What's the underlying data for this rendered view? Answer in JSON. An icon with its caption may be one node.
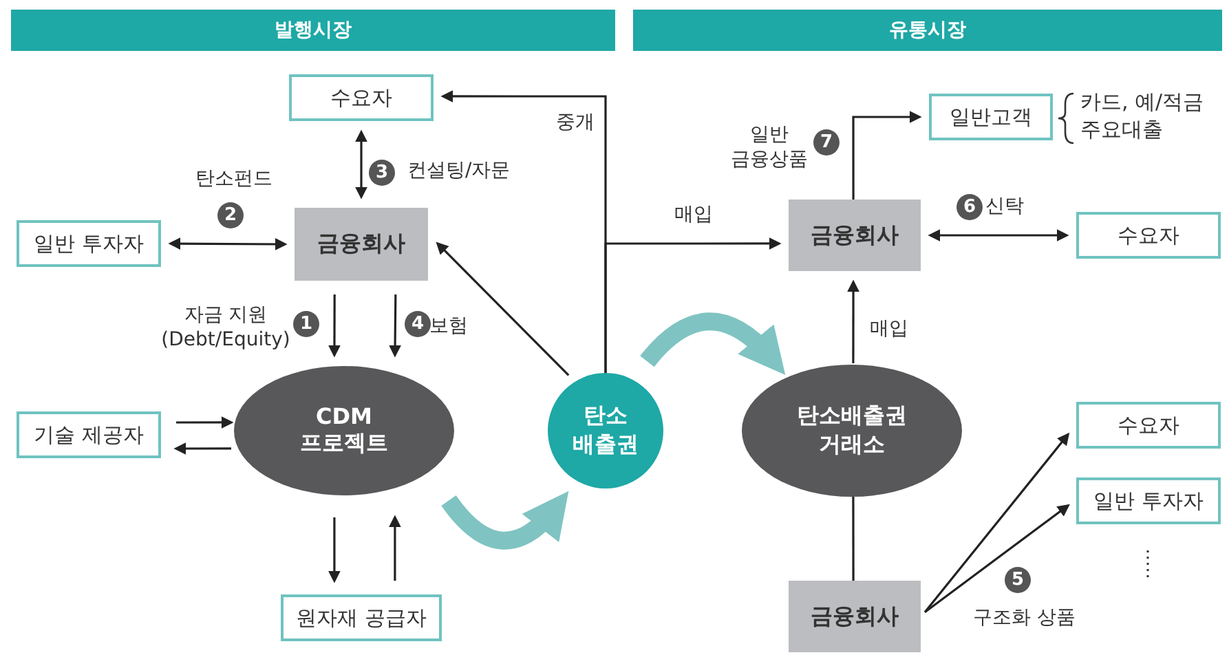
{
  "diagram": {
    "nodes": [
      {
        "text": [
          "발행시장"
        ]
      },
      {
        "text": [
          "유통시장"
        ]
      },
      {
        "text": [
          "수요자"
        ]
      },
      {
        "text": [
          "일반 투자자"
        ]
      },
      {
        "text": [
          "금융회사"
        ]
      },
      {
        "text": [
          "기술 제공자"
        ]
      },
      {
        "text": [
          "CDM 프로젝트"
        ]
      },
      {
        "text": [
          "원자재 공급자"
        ]
      },
      {
        "text": [
          "탄소 배출권"
        ]
      },
      {
        "text": [
          "일반고객"
        ],
        "beside": [
          "카드, 예/적금 주요대출"
        ]
      },
      {
        "text": [
          "금융회사"
        ]
      },
      {
        "text": [
          "수요자"
        ]
      },
      {
        "text": [
          "탄소배출권 거래소"
        ]
      },
      {
        "text": [
          "수요자"
        ]
      },
      {
        "text": [
          "일반 투자자"
        ]
      },
      {
        "text": [
          "금융회사"
        ]
      }
    ],
    "edges": [
      {
        "from": 2,
        "to": 4,
        "arrow": "both",
        "label": "컨설팅/자문"
      },
      {
        "from": 3,
        "to": 4,
        "arrow": "both",
        "label": "탄소펀드"
      },
      {
        "from": 4,
        "to": 6,
        "arrow": "to",
        "label": "자금 지원 (Debt/Equity)"
      },
      {
        "from": 4,
        "to": 6,
        "arrow": "to",
        "label": "보험"
      },
      {
        "from": 5,
        "to": 6,
        "arrow": "to"
      },
      {
        "from": 6,
        "to": 5,
        "arrow": "to"
      },
      {
        "from": 6,
        "to": 7,
        "arrow": "to"
      },
      {
        "from": 7,
        "to": 6,
        "arrow": "to"
      },
      {
        "from": 8,
        "to": 4,
        "arrow": "to"
      },
      {
        "from": 8,
        "to": 2,
        "arrow": "to",
        "label": "중개"
      },
      {
        "from": 8,
        "to": 10,
        "arrow": "to",
        "label": "매입"
      },
      {
        "from": 6,
        "to": 8,
        "arrow": "to",
        "style": "thick",
        "color": "#7fc4c2"
      },
      {
        "from": 8,
        "to": 12,
        "arrow": "to",
        "style": "thick",
        "color": "#7fc4c2"
      },
      {
        "from": 12,
        "to": 10,
        "arrow": "to",
        "label": "매입"
      },
      {
        "from": 10,
        "to": 9,
        "arrow": "to",
        "label": "일반 금융상품"
      },
      {
        "from": 10,
        "to": 11,
        "arrow": "both",
        "label": "신탁"
      },
      {
        "from": 12,
        "to": 15,
        "arrow": "none"
      },
      {
        "from": 15,
        "to": 13,
        "arrow": "to"
      },
      {
        "from": 15,
        "to": 14,
        "arrow": "to",
        "label": "구조화 상품"
      }
    ],
    "labels": [
      "7",
      "3",
      "6",
      "2",
      "1",
      "4",
      "5"
    ]
  }
}
